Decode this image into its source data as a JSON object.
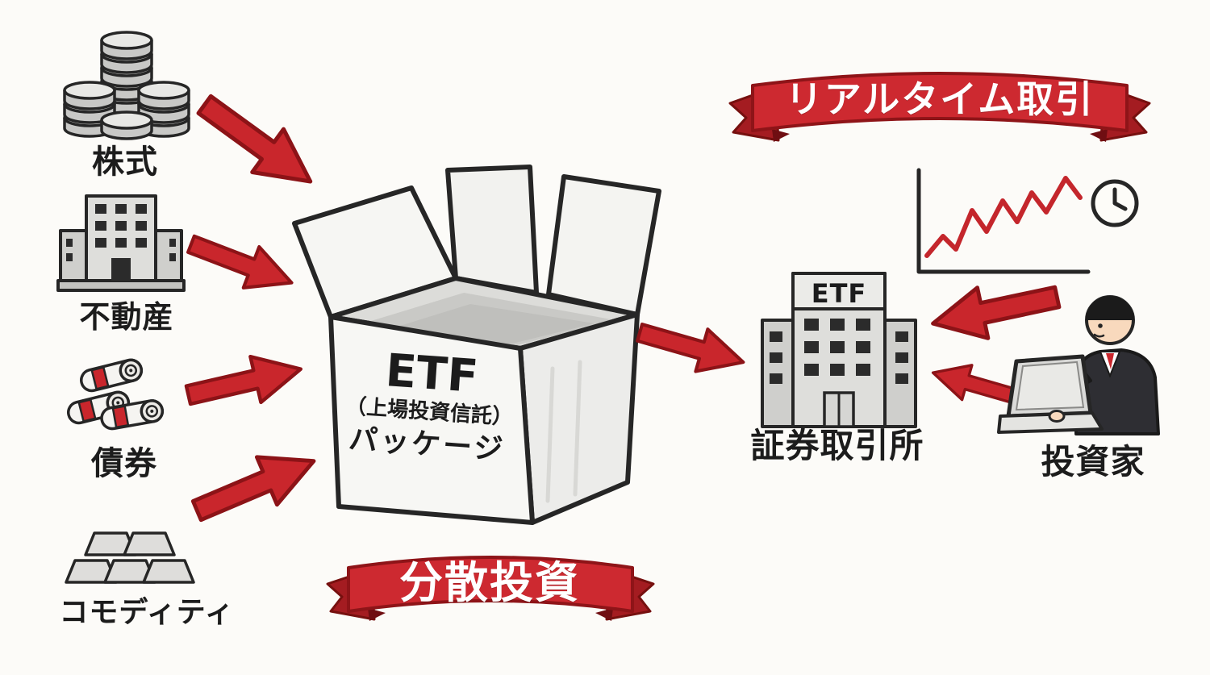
{
  "colors": {
    "red": "#c9262c",
    "red_dark": "#a41c21",
    "ink": "#262626",
    "paper": "#fcfbf8"
  },
  "assets": [
    {
      "label": "株式",
      "icon": "coin-stack-icon"
    },
    {
      "label": "不動産",
      "icon": "building-icon"
    },
    {
      "label": "債券",
      "icon": "bond-rolls-icon"
    },
    {
      "label": "コモディティ",
      "icon": "gold-bars-icon"
    }
  ],
  "etf_box": {
    "title": "ETF",
    "subtitle": "（上場投資信託）",
    "caption": "パッケージ"
  },
  "banners": {
    "diversification": "分散投資",
    "realtime": "リアルタイム取引"
  },
  "exchange": {
    "sign": "ETF",
    "label": "証券取引所"
  },
  "investor": {
    "label": "投資家"
  }
}
